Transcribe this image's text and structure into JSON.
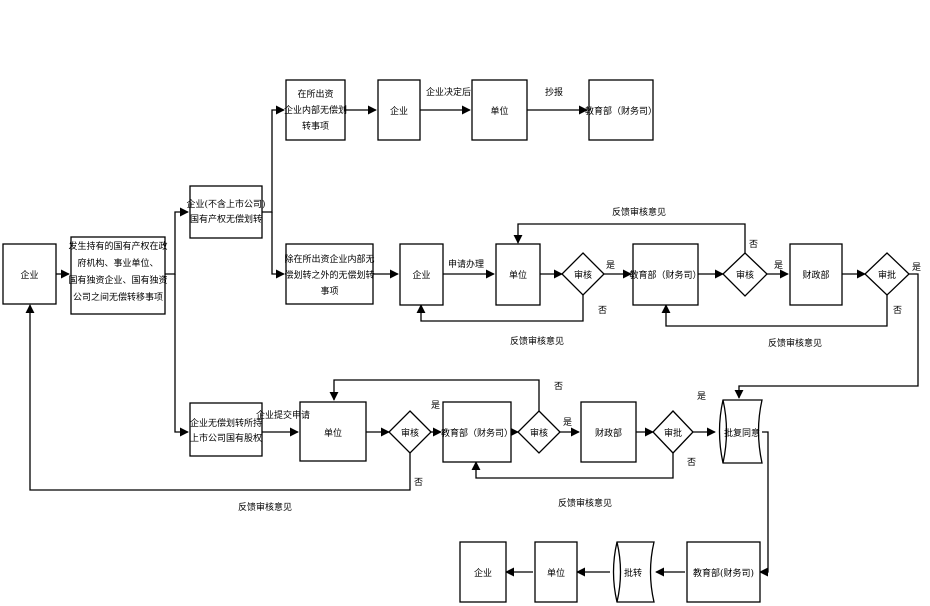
{
  "nodes": {
    "start_enterprise": "企业",
    "scope": [
      "发生持有的国有产权在政",
      "府机构、事业单位、",
      "国有独资企业、国有独资",
      "公司之间无偿转移事项"
    ],
    "branch_nonlisted": [
      "企业(不含上市公司)",
      "国有产权无偿划转"
    ],
    "branch_listed": [
      "企业无偿划转所持",
      "上市公司国有股权"
    ],
    "top_internal": [
      "在所出资",
      "企业内部无偿划",
      "转事项"
    ],
    "top_enterprise": "企业",
    "top_unit": "单位",
    "top_moe": "教育部（财务司）",
    "mid_other": [
      "除在所出资企业内部无",
      "偿划转之外的无偿划转",
      "事项"
    ],
    "mid_enterprise": "企业",
    "mid_unit": "单位",
    "mid_review": "审核",
    "mid_moe": "教育部（财务司）",
    "mid_review2": "审核",
    "mid_mof": "财政部",
    "mid_approve": "审批",
    "low_unit": "单位",
    "low_review": "审核",
    "low_moe": "教育部（财务司）",
    "low_review2": "审核",
    "low_mof": "财政部",
    "low_approve": "审批",
    "reply": "批复同意",
    "bot_moe": "教育部(财务司)",
    "bot_transfer": "批转",
    "bot_unit": "单位",
    "bot_enterprise": "企业"
  },
  "labels": {
    "enterprise_decision": "企业决定后",
    "report": "抄报",
    "apply": "申请办理",
    "feedback": "反馈审核意见",
    "yes": "是",
    "no": "否",
    "submit": "企业提交申请"
  }
}
